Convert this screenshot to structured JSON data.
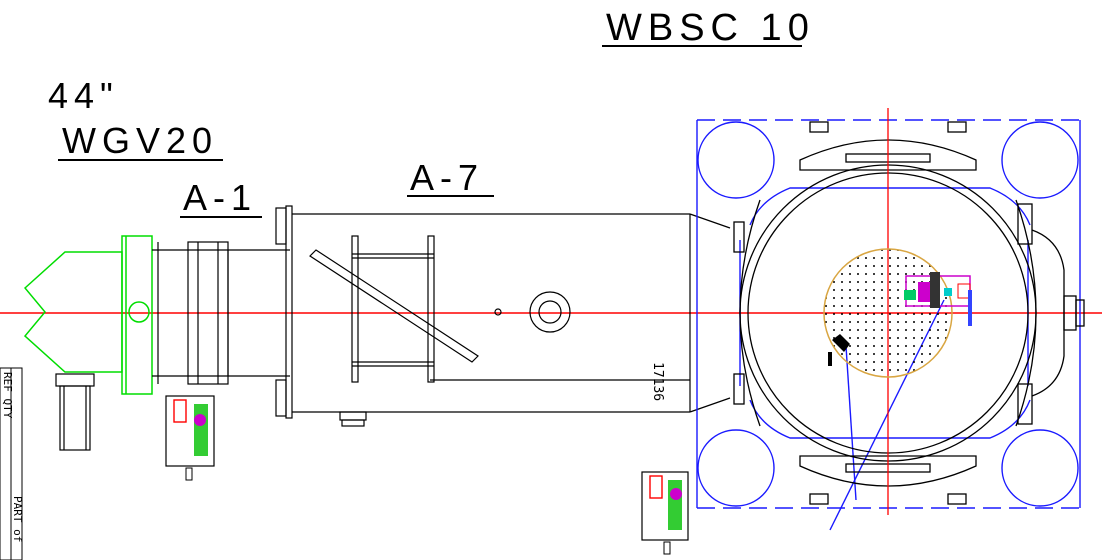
{
  "labels": {
    "vessel_title": "WBSC 10",
    "size": "44\"",
    "valve": "WGV20",
    "section_a1": "A-1",
    "section_a7": "A-7",
    "dimension": "17136"
  },
  "title_block": {
    "ref_qty": "REF QTY",
    "part_of": "PART of"
  },
  "colors": {
    "main_line": "#000000",
    "center_line": "#ff0000",
    "vessel_frame": "#1a1aff",
    "green_part": "#00dd00",
    "tray_ring": "#d9a642",
    "magenta_part": "#cc00cc"
  }
}
